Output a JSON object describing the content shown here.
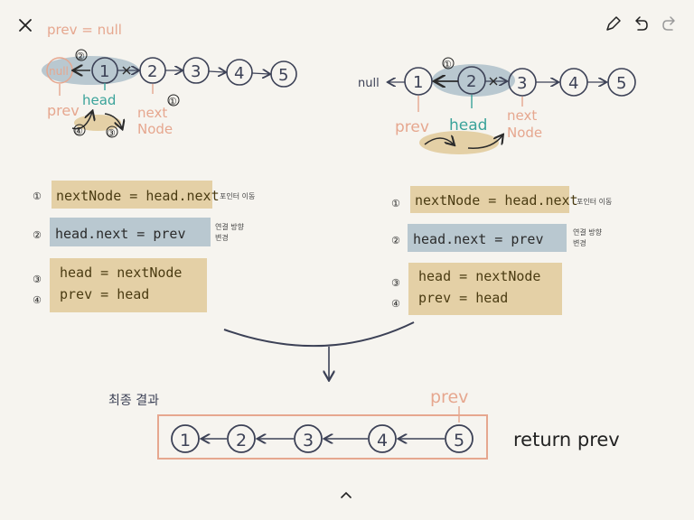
{
  "toolbar": {
    "close_icon": "close-icon",
    "pen_icon": "pencil-icon",
    "undo_icon": "undo-icon",
    "redo_icon": "redo-icon",
    "collapse_icon": "chevron-up-icon"
  },
  "colors": {
    "ink": "#3c4156",
    "blue_highlight": "#b9c8d0",
    "tan_highlight": "#e4d0a6",
    "teal": "#3aa39a",
    "salmon": "#e6a78f",
    "dark_text": "#4a3b12"
  },
  "left": {
    "prev_null": "prev = null",
    "null_label": "null",
    "nodes": [
      "1",
      "2",
      "3",
      "4",
      "5"
    ],
    "head": "head",
    "prev": "prev",
    "next_node": "next\nNode",
    "steps": [
      "①",
      "②",
      "③",
      "④"
    ],
    "code": {
      "line1": "nextNode = head.next",
      "note1": "포인터 이동",
      "line2": "head.next = prev",
      "note2": "연결 방향\n변경",
      "line3": "head = nextNode",
      "line4": "prev = head"
    }
  },
  "right": {
    "null_label": "null",
    "nodes": [
      "1",
      "2",
      "3",
      "4",
      "5"
    ],
    "head": "head",
    "prev": "prev",
    "next_node": "next\nNode",
    "step": "①",
    "code": {
      "line1": "nextNode = head.next",
      "note1": "포인터 이동",
      "line2": "head.next = prev",
      "note2": "연결 방향\n변경",
      "line3": "head = nextNode",
      "line4": "prev = head"
    }
  },
  "result": {
    "title": "최종 결과",
    "prev": "prev",
    "nodes": [
      "1",
      "2",
      "3",
      "4",
      "5"
    ],
    "return": "return prev"
  }
}
